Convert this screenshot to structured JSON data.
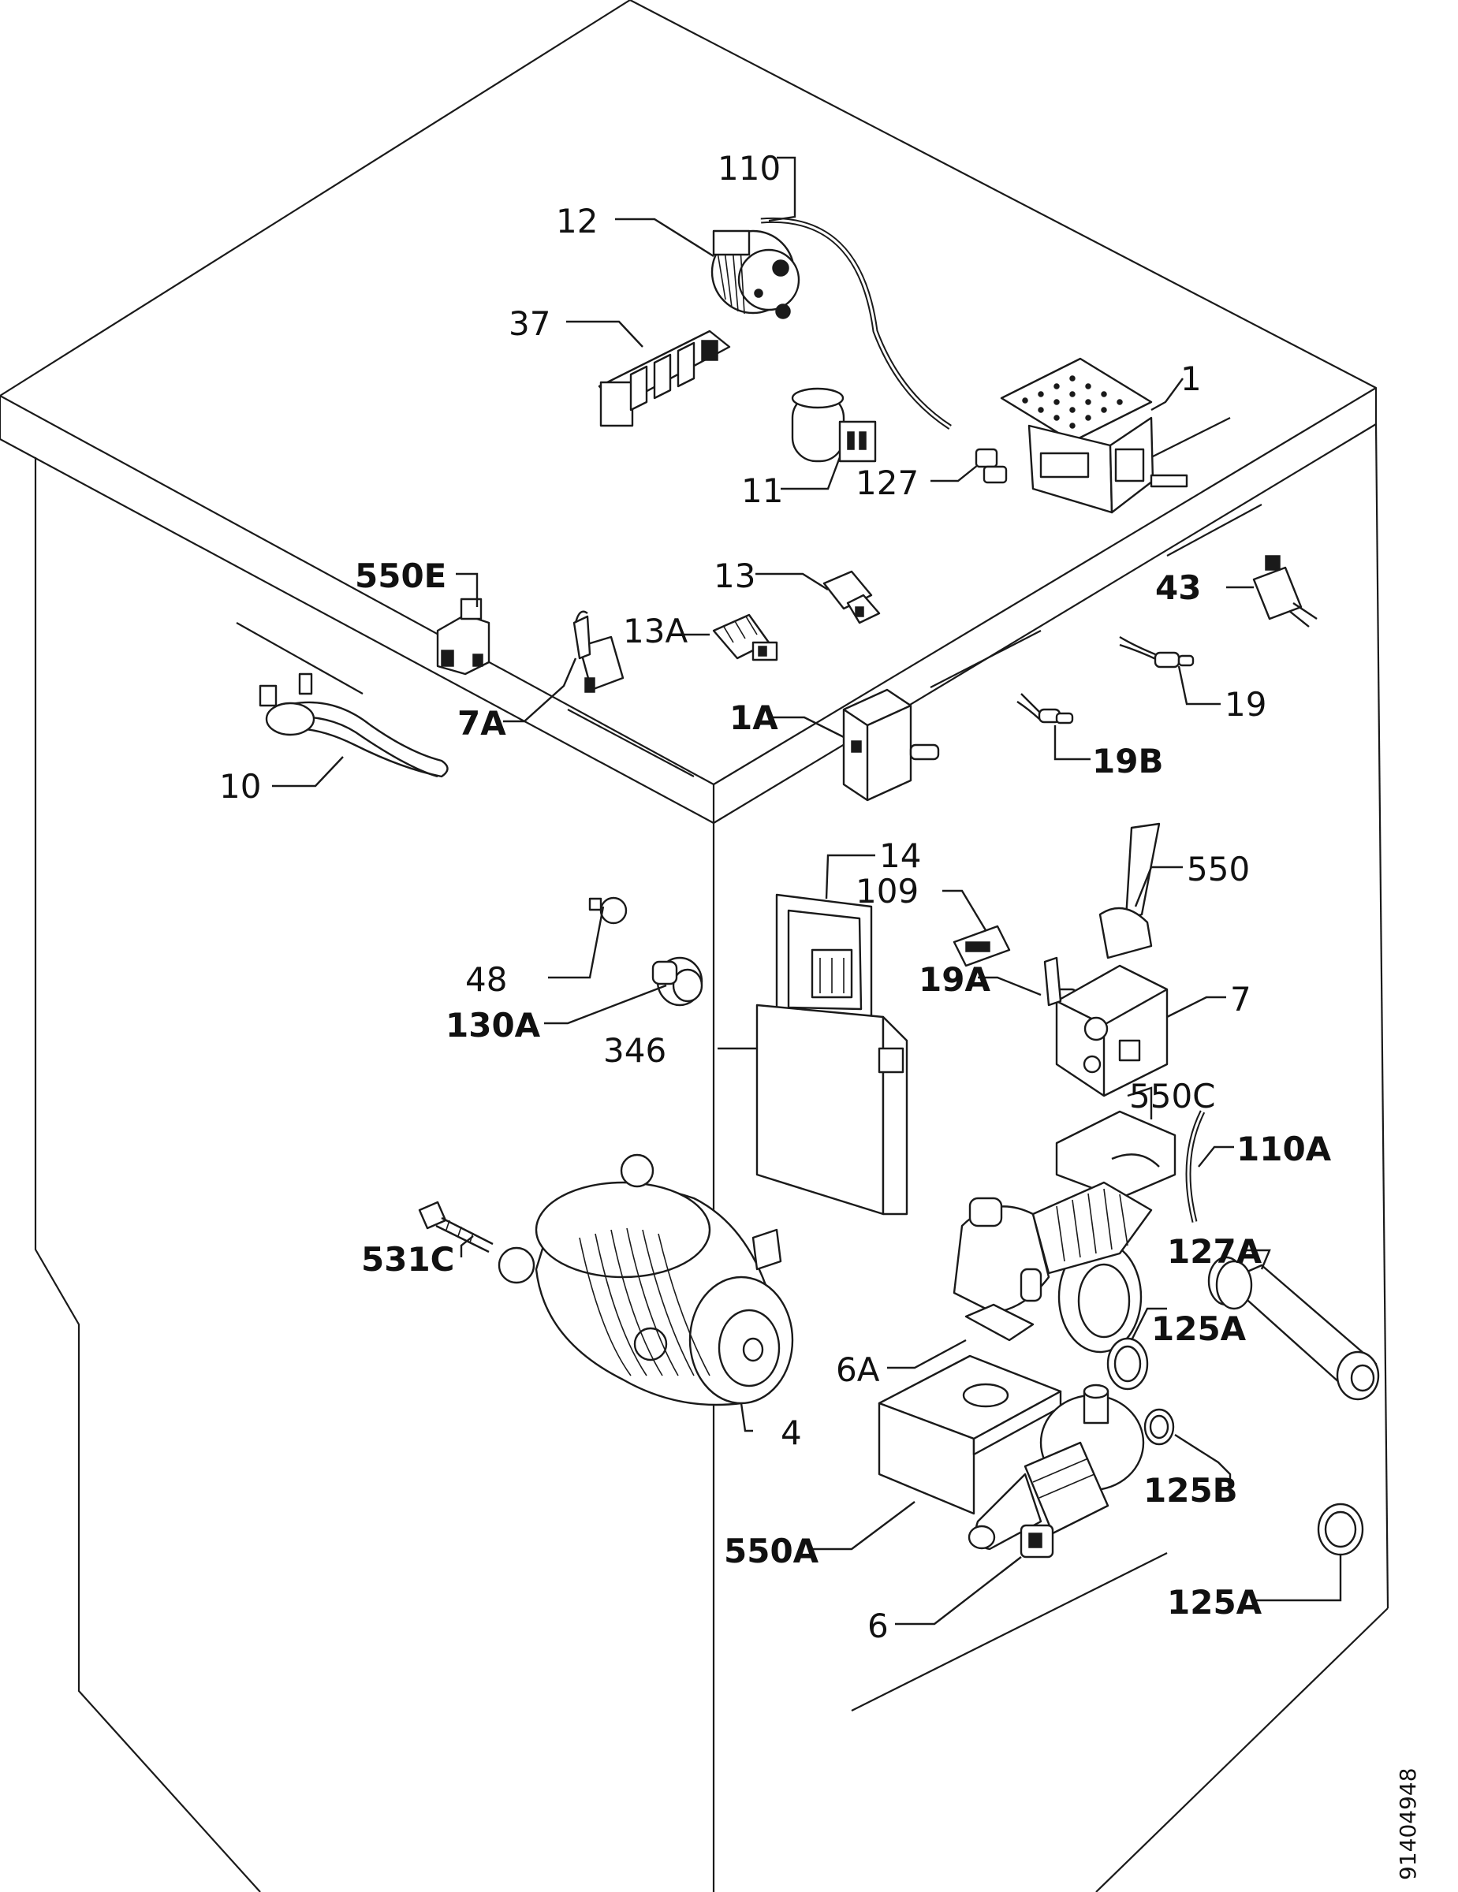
{
  "catalog_number": "91404948",
  "labels": {
    "l110": "110",
    "l12": "12",
    "l37": "37",
    "l1": "1",
    "l11": "11",
    "l127": "127",
    "l550E": "550E",
    "l13": "13",
    "l13A": "13A",
    "l43": "43",
    "l7A": "7A",
    "l1A": "1A",
    "l19": "19",
    "l19B": "19B",
    "l10": "10",
    "l14": "14",
    "l109": "109",
    "l550": "550",
    "l48": "48",
    "l19A": "19A",
    "l7": "7",
    "l130A": "130A",
    "l346": "346",
    "l550C": "550C",
    "l110A": "110A",
    "l531C": "531C",
    "l127A": "127A",
    "l125A_top": "125A",
    "l6A": "6A",
    "l4": "4",
    "l125B": "125B",
    "l550A": "550A",
    "l6": "6",
    "l125A_bottom": "125A"
  }
}
